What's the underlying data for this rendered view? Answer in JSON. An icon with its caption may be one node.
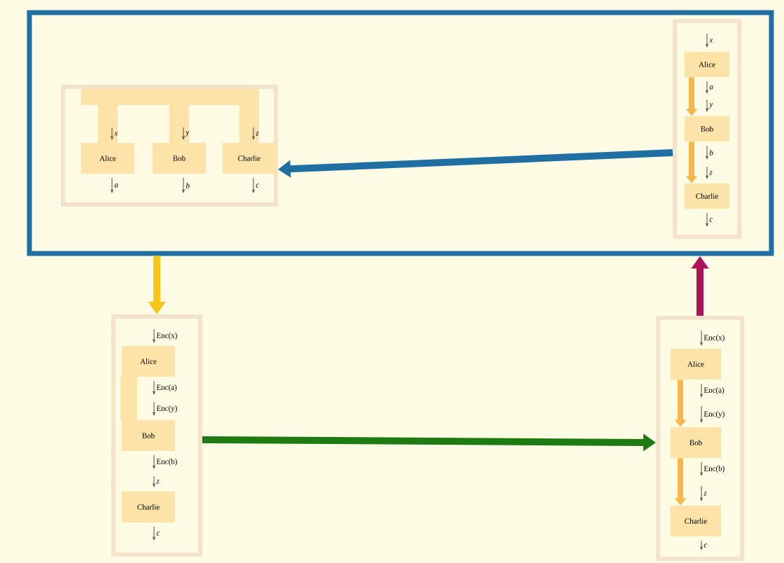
{
  "diagram": {
    "nodes": [
      {
        "text": [],
        "shape": "box"
      },
      {
        "text": [],
        "shape": "box",
        "in": 0
      },
      {
        "text": [
          "Alice"
        ],
        "in": 1
      },
      {
        "text": [
          "Bob"
        ],
        "in": 1
      },
      {
        "text": [
          "Charlie"
        ],
        "in": 1
      },
      {
        "text": [],
        "shape": "box",
        "in": 0
      },
      {
        "text": [
          "Alice"
        ],
        "in": 5
      },
      {
        "text": [
          "Bob"
        ],
        "in": 5
      },
      {
        "text": [
          "Charlie"
        ],
        "in": 5
      },
      {
        "text": [],
        "shape": "box"
      },
      {
        "text": [
          "Alice"
        ],
        "in": 9
      },
      {
        "text": [
          "Bob"
        ],
        "in": 9
      },
      {
        "text": [
          "Charlie"
        ],
        "in": 9
      },
      {
        "text": [],
        "shape": "box"
      },
      {
        "text": [
          "Alice"
        ],
        "in": 13
      },
      {
        "text": [
          "Bob"
        ],
        "in": 13
      },
      {
        "text": [
          "Charlie"
        ],
        "in": 13
      }
    ],
    "edges": [
      {
        "from": 5,
        "to": 1,
        "arrow": "to",
        "color": "#1f6fa3"
      },
      {
        "from": 0,
        "to": 9,
        "arrow": "to",
        "color": "#f9c51a"
      },
      {
        "from": 9,
        "to": 13,
        "arrow": "to",
        "color": "#1e7b12"
      },
      {
        "from": 13,
        "to": 0,
        "arrow": "to",
        "color": "#b0125a"
      },
      {
        "from": 6,
        "to": 7,
        "arrow": "to",
        "color": "#f7b84b"
      },
      {
        "from": 7,
        "to": 8,
        "arrow": "to",
        "color": "#f7b84b"
      },
      {
        "from": 14,
        "to": 15,
        "arrow": "to",
        "color": "#f7b84b"
      },
      {
        "from": 15,
        "to": 16,
        "arrow": "to",
        "color": "#f7b84b"
      }
    ],
    "labels": [
      "x",
      "y",
      "z",
      "a",
      "b",
      "c",
      "x",
      "a",
      "y",
      "b",
      "z",
      "c",
      "Enc(x)",
      "Enc(a)",
      "Enc(y)",
      "Enc(b)",
      "z",
      "c",
      "Enc(x)",
      "Enc(a)",
      "Enc(y)",
      "Enc(b)",
      "z",
      "c"
    ]
  }
}
